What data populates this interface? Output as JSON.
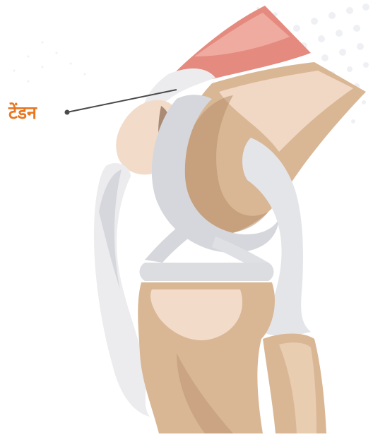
{
  "figure": {
    "labels": [
      {
        "id": "tendon",
        "text": "टेंडन"
      }
    ],
    "colors": {
      "label_text": "#e8771f",
      "leader_line": "#4a4a4a",
      "muscle": "#e58a7f",
      "bone_light": "#f2dcc9",
      "bone_mid": "#d9b795",
      "bone_dark": "#b88f6c",
      "cartilage": "#d6d7dc",
      "tendon": "#ececee",
      "background_dots": "#eef0f3"
    },
    "icons": [
      "knee-anatomy-illustration"
    ]
  }
}
